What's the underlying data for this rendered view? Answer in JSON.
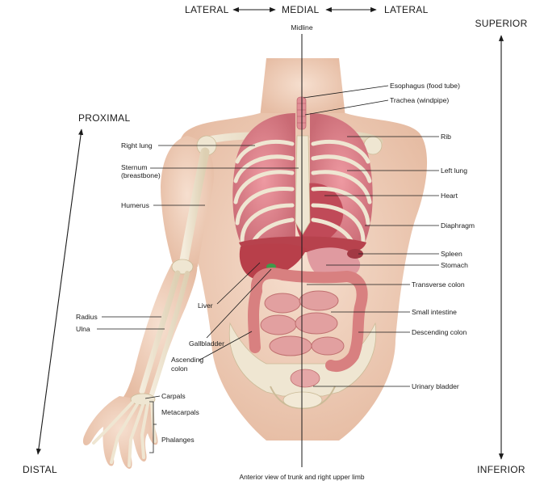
{
  "directions": {
    "lateral_left": "LATERAL",
    "medial": "MEDIAL",
    "lateral_right": "LATERAL",
    "superior": "SUPERIOR",
    "inferior": "INFERIOR",
    "proximal": "PROXIMAL",
    "distal": "DISTAL"
  },
  "midline": "Midline",
  "labels_left": {
    "right_lung": "Right lung",
    "sternum_1": "Sternum",
    "sternum_2": "(breastbone)",
    "humerus": "Humerus",
    "liver": "Liver",
    "radius": "Radius",
    "ulna": "Ulna",
    "gallbladder": "Gallbladder",
    "ascending_colon_1": "Ascending",
    "ascending_colon_2": "colon",
    "carpals": "Carpals",
    "metacarpals": "Metacarpals",
    "phalanges": "Phalanges"
  },
  "labels_right": {
    "esophagus": "Esophagus (food tube)",
    "trachea": "Trachea (windpipe)",
    "rib": "Rib",
    "left_lung": "Left lung",
    "heart": "Heart",
    "diaphragm": "Diaphragm",
    "spleen": "Spleen",
    "stomach": "Stomach",
    "transverse_colon": "Transverse colon",
    "small_intestine": "Small intestine",
    "descending_colon": "Descending colon",
    "urinary_bladder": "Urinary bladder"
  },
  "caption": "Anterior view of trunk and right upper limb",
  "colors": {
    "skin": "#f3d6c3",
    "skin_shadow": "#e3b79e",
    "bone": "#efe6d2",
    "lung": "#e7a0a6",
    "organ": "#d9707a",
    "intestine": "#dc8e8e",
    "liver": "#c2454f",
    "gallbladder": "#3f9a4a"
  }
}
